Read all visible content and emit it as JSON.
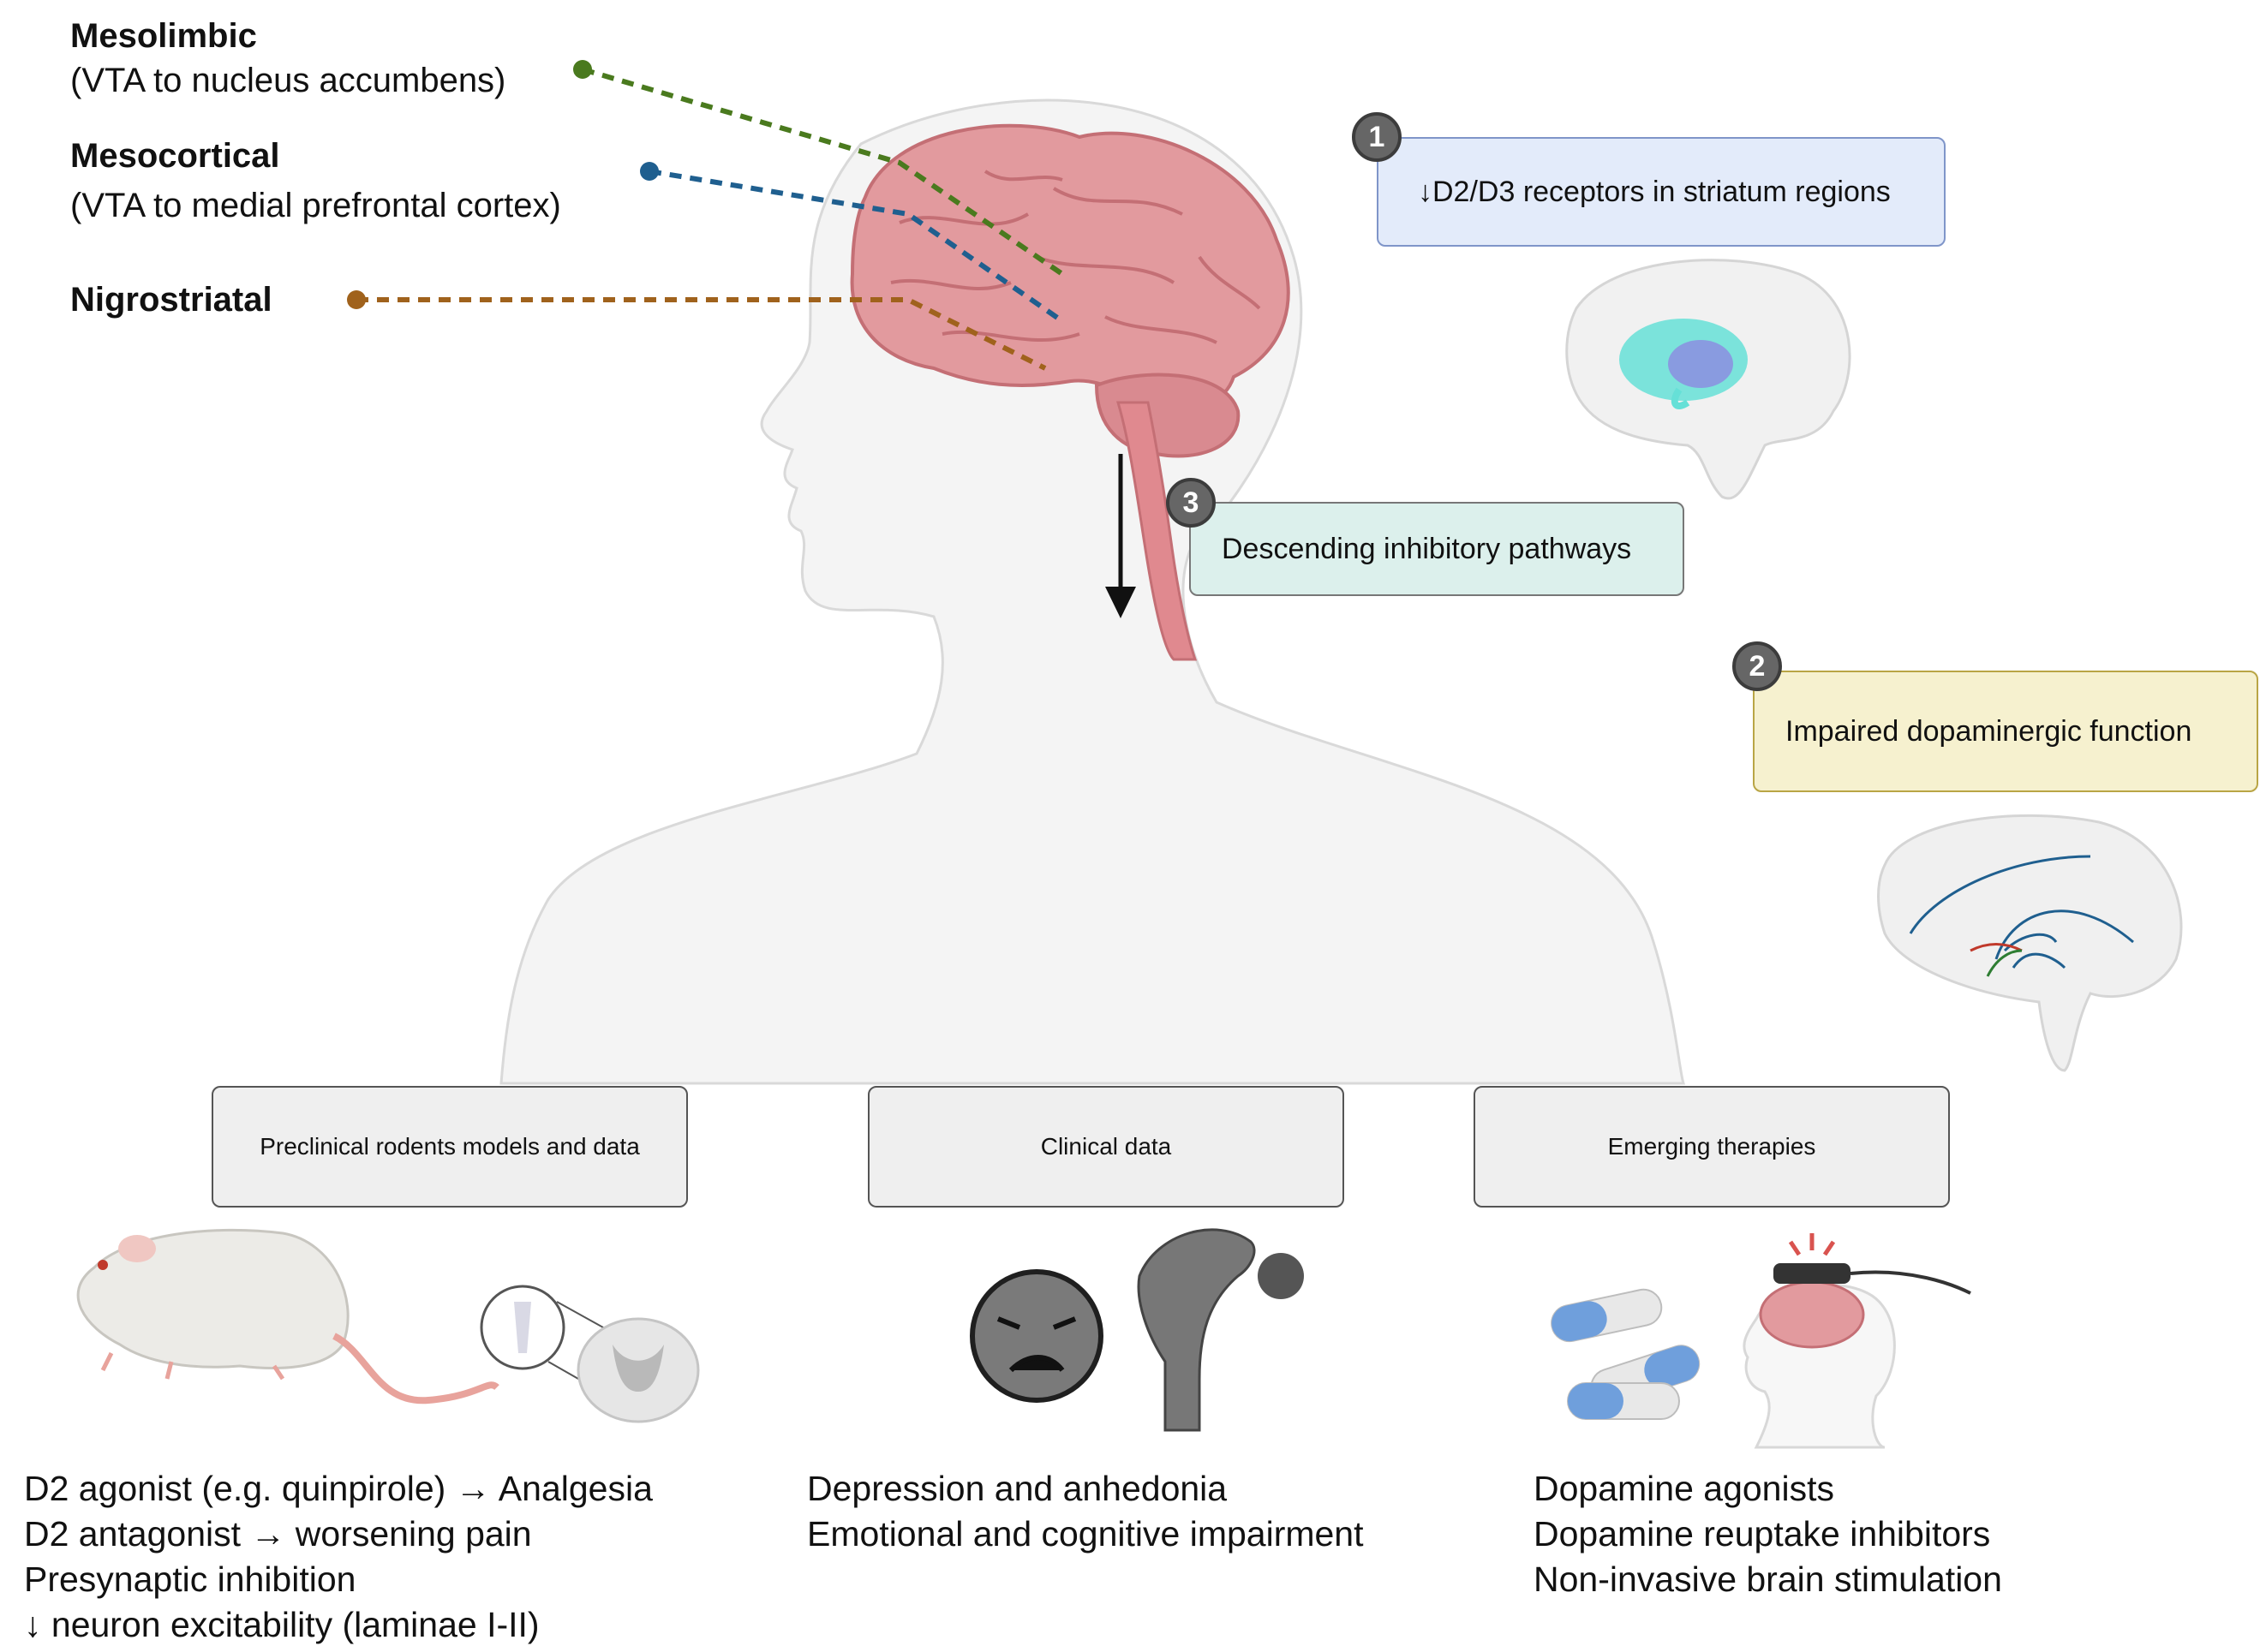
{
  "pathways": [
    {
      "name": "Mesolimbic",
      "description": "(VTA to nucleus accumbens)",
      "color": "#4a7a1e"
    },
    {
      "name": "Mesocortical",
      "description": "(VTA to medial prefrontal cortex)",
      "color": "#1f5f8f"
    },
    {
      "name": "Nigrostriatal",
      "description": "",
      "color": "#a0621c"
    }
  ],
  "callouts": [
    {
      "number": "1",
      "text": "↓D2/D3 receptors in striatum regions",
      "fill": "#e3ebfa",
      "border": "#7f95c9"
    },
    {
      "number": "2",
      "text": "Impaired dopaminergic function",
      "fill": "#f6f1cf",
      "border": "#b9a545"
    },
    {
      "number": "3",
      "text": "Descending inhibitory pathways",
      "fill": "#dcf0ec",
      "border": "#777"
    }
  ],
  "sections": [
    {
      "title": "Preclinical rodents models and data",
      "items": [
        "D2 agonist (e.g. quinpirole) → Analgesia",
        "D2 antagonist → worsening pain",
        "Presynaptic inhibition",
        "↓ neuron excitability  (laminae I-II)"
      ]
    },
    {
      "title": "Clinical data",
      "items": [
        "Depression and anhedonia",
        "Emotional and cognitive impairment"
      ]
    },
    {
      "title": "Emerging therapies",
      "items": [
        "Dopamine agonists",
        "Dopamine reuptake inhibitors",
        "Non-invasive brain stimulation"
      ]
    }
  ],
  "colors": {
    "brain": "#e29a9e",
    "brain_dark": "#c46f75",
    "silhouette": "#f4f4f4",
    "silhouette_outline": "#d9d9d9",
    "pill_blue": "#6f9fdc",
    "face_gray": "#7a7a7a"
  }
}
